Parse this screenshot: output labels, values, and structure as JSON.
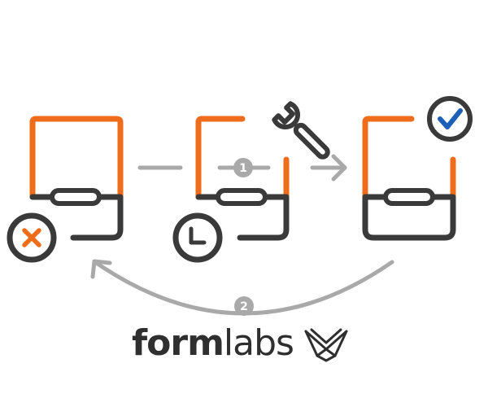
{
  "steps": [
    {
      "name": "damaged-printer",
      "status_icon": "x-icon"
    },
    {
      "name": "service-printer",
      "status_icon": "clock-icon",
      "tool_icon": "wrench-icon"
    },
    {
      "name": "restored-printer",
      "status_icon": "check-icon"
    }
  ],
  "badges": {
    "step1": "1",
    "step2": "2"
  },
  "brand": {
    "bold": "form",
    "light": "labs",
    "logo_icon": "formlabs-bird-logo"
  },
  "colors": {
    "orange": "#ef6c1a",
    "dark": "#3a3a3a",
    "gray": "#a9a9a9",
    "blue": "#1b5fb8"
  }
}
